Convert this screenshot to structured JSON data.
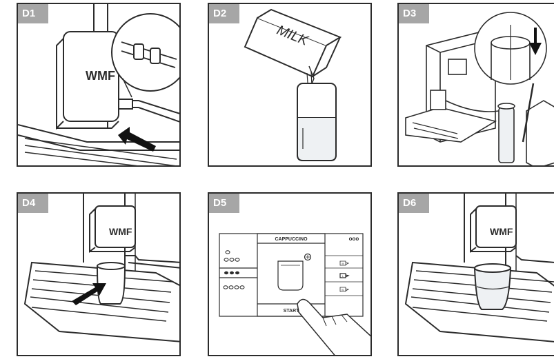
{
  "steps": [
    {
      "label": "D1"
    },
    {
      "label": "D2"
    },
    {
      "label": "D3"
    },
    {
      "label": "D4"
    },
    {
      "label": "D5"
    },
    {
      "label": "D6"
    }
  ],
  "carton_text": "MILK",
  "logo_text": "WMF",
  "display": {
    "beverage": "CAPPUCCINO",
    "menu": "ooo",
    "start": "START",
    "sizes": [
      "M",
      "L",
      "XL"
    ]
  },
  "colors": {
    "tag_bg": "#a6a6a6",
    "line": "#2b2b2b",
    "milk": "#eef1f3"
  }
}
